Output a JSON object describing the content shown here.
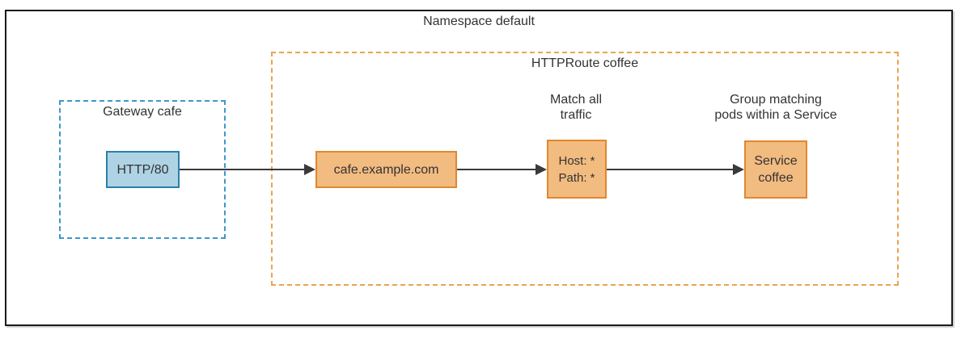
{
  "diagram": {
    "namespace_label": "Namespace default",
    "gateway": {
      "label": "Gateway cafe"
    },
    "httproute": {
      "label": "HTTPRoute coffee"
    },
    "nodes": {
      "listener": {
        "label": "HTTP/80"
      },
      "hostname": {
        "label": "cafe.example.com"
      },
      "match": {
        "lines": [
          "Host: *",
          "Path: *"
        ]
      },
      "service": {
        "lines": [
          "Service",
          "coffee"
        ]
      }
    },
    "annotations": {
      "match": [
        "Match all",
        "traffic"
      ],
      "service": [
        "Group matching",
        "pods within a Service"
      ]
    },
    "colors": {
      "outer_border": "#1a1a1a",
      "text": "#333333",
      "gateway_dash": "#3f97cb",
      "route_dash": "#e9a44f",
      "listener_fill": "#aed3e5",
      "listener_stroke": "#2b7fa8",
      "route_fill": "#f2bb80",
      "route_stroke": "#e1872e",
      "arrow": "#3a3a3a"
    }
  }
}
